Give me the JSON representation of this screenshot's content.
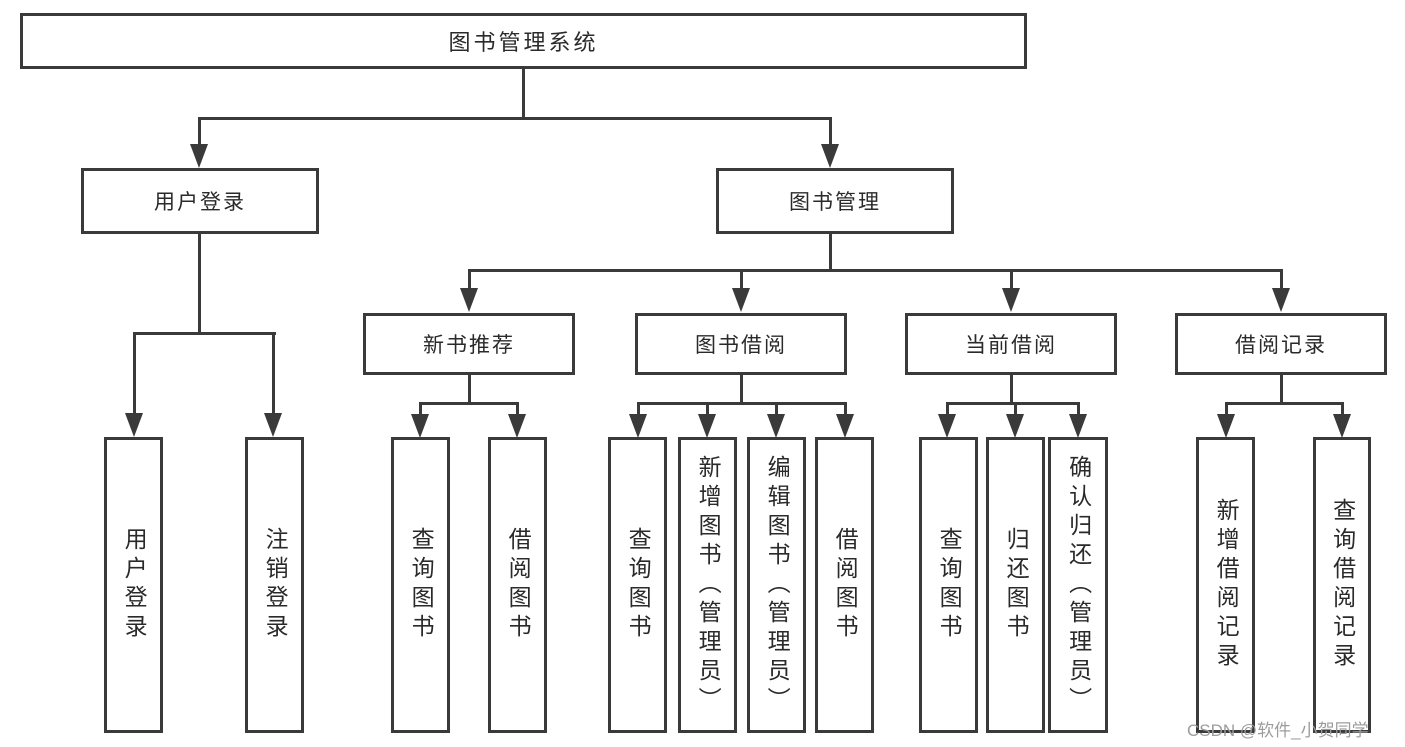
{
  "colors": {
    "line": "#3a3a3a",
    "text": "#2a2a2a",
    "watermark": "#9c9c9c",
    "bg": "#ffffff"
  },
  "watermark": "CSDN @软件_小贺同学",
  "tree": {
    "root": {
      "label": "图书管理系统"
    },
    "login": {
      "label": "用户登录",
      "children": [
        {
          "label": "用户登录"
        },
        {
          "label": "注销登录"
        }
      ]
    },
    "management": {
      "label": "图书管理",
      "children": [
        {
          "label": "新书推荐",
          "children": [
            {
              "label": "查询图书"
            },
            {
              "label": "借阅图书"
            }
          ]
        },
        {
          "label": "图书借阅",
          "children": [
            {
              "label": "查询图书"
            },
            {
              "label": "新增图书（管理员）"
            },
            {
              "label": "编辑图书（管理员）"
            },
            {
              "label": "借阅图书"
            }
          ]
        },
        {
          "label": "当前借阅",
          "children": [
            {
              "label": "查询图书"
            },
            {
              "label": "归还图书"
            },
            {
              "label": "确认归还（管理员）"
            }
          ]
        },
        {
          "label": "借阅记录",
          "children": [
            {
              "label": "新增借阅记录"
            },
            {
              "label": "查询借阅记录"
            }
          ]
        }
      ]
    }
  }
}
